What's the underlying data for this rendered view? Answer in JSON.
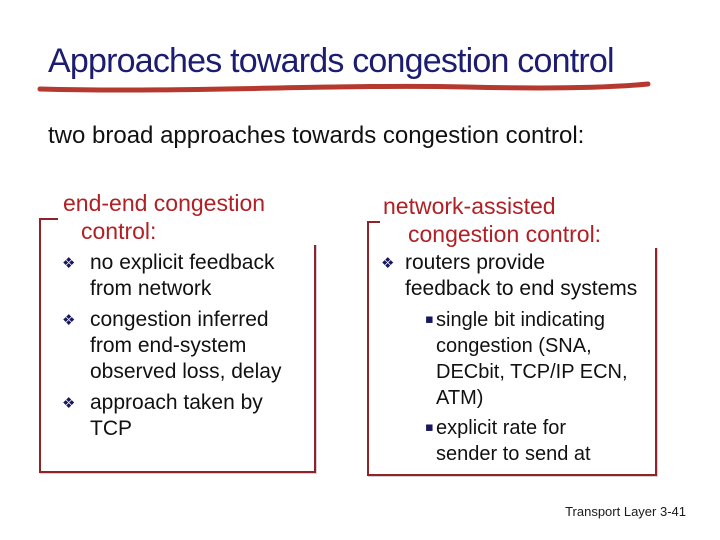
{
  "slide": {
    "title": "Approaches towards congestion control",
    "intro": "two broad approaches towards congestion control:",
    "footer": "Transport Layer 3-41"
  },
  "colors": {
    "background": "#ffffff",
    "title_navy": "#1c1c70",
    "underline_red": "#b5392e",
    "box_border_maroon": "#8f2327",
    "header_red": "#b02025",
    "bullet_navy": "#17175e",
    "body_text": "#111111"
  },
  "boxes": {
    "left": {
      "header": "end-end congestion\ncontrol:",
      "bullets": [
        {
          "marker": "❖",
          "text": "no explicit feedback\nfrom network"
        },
        {
          "marker": "❖",
          "text": "congestion inferred\nfrom end-system\nobserved loss, delay"
        },
        {
          "marker": "❖",
          "text": "approach taken by\nTCP"
        }
      ]
    },
    "right": {
      "header": "network-assisted\ncongestion control:",
      "bullets": [
        {
          "marker": "❖",
          "text": "routers provide\nfeedback to end systems"
        }
      ],
      "sub_bullets": [
        {
          "marker": "▪",
          "text": "single bit indicating\ncongestion (SNA,\nDECbit, TCP/IP ECN,\nATM)"
        },
        {
          "marker": "▪",
          "text": "explicit rate for\nsender to send at"
        }
      ]
    }
  }
}
